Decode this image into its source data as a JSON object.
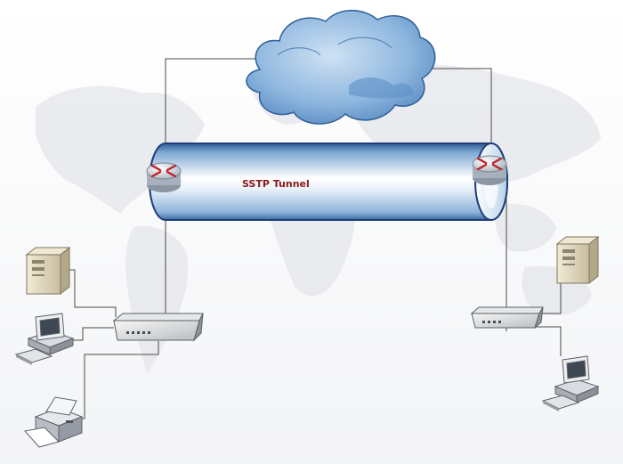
{
  "tunnel": {
    "label": "SSTP Tunnel"
  },
  "colors": {
    "tunnel_fill": "#a9c9e4",
    "tunnel_highlight": "#ffffff",
    "tunnel_outline": "#1e3f78",
    "cloud": "#6f9fcf",
    "router": "#bcc6d0",
    "router_arrows": "#c0202a",
    "label": "#8b1a1a",
    "links": "#4a4a4a"
  },
  "nodes": [
    {
      "name": "cloud",
      "icon": "cloud-icon"
    },
    {
      "name": "router-left",
      "icon": "router-icon"
    },
    {
      "name": "router-right",
      "icon": "router-icon"
    },
    {
      "name": "switch-left",
      "icon": "switch-icon"
    },
    {
      "name": "switch-right",
      "icon": "switch-icon"
    },
    {
      "name": "server-left",
      "icon": "server-tower-icon"
    },
    {
      "name": "workstation-left",
      "icon": "desktop-computer-icon"
    },
    {
      "name": "printer-left",
      "icon": "printer-icon"
    },
    {
      "name": "server-right",
      "icon": "server-tower-icon"
    },
    {
      "name": "workstation-right",
      "icon": "desktop-computer-icon"
    }
  ]
}
